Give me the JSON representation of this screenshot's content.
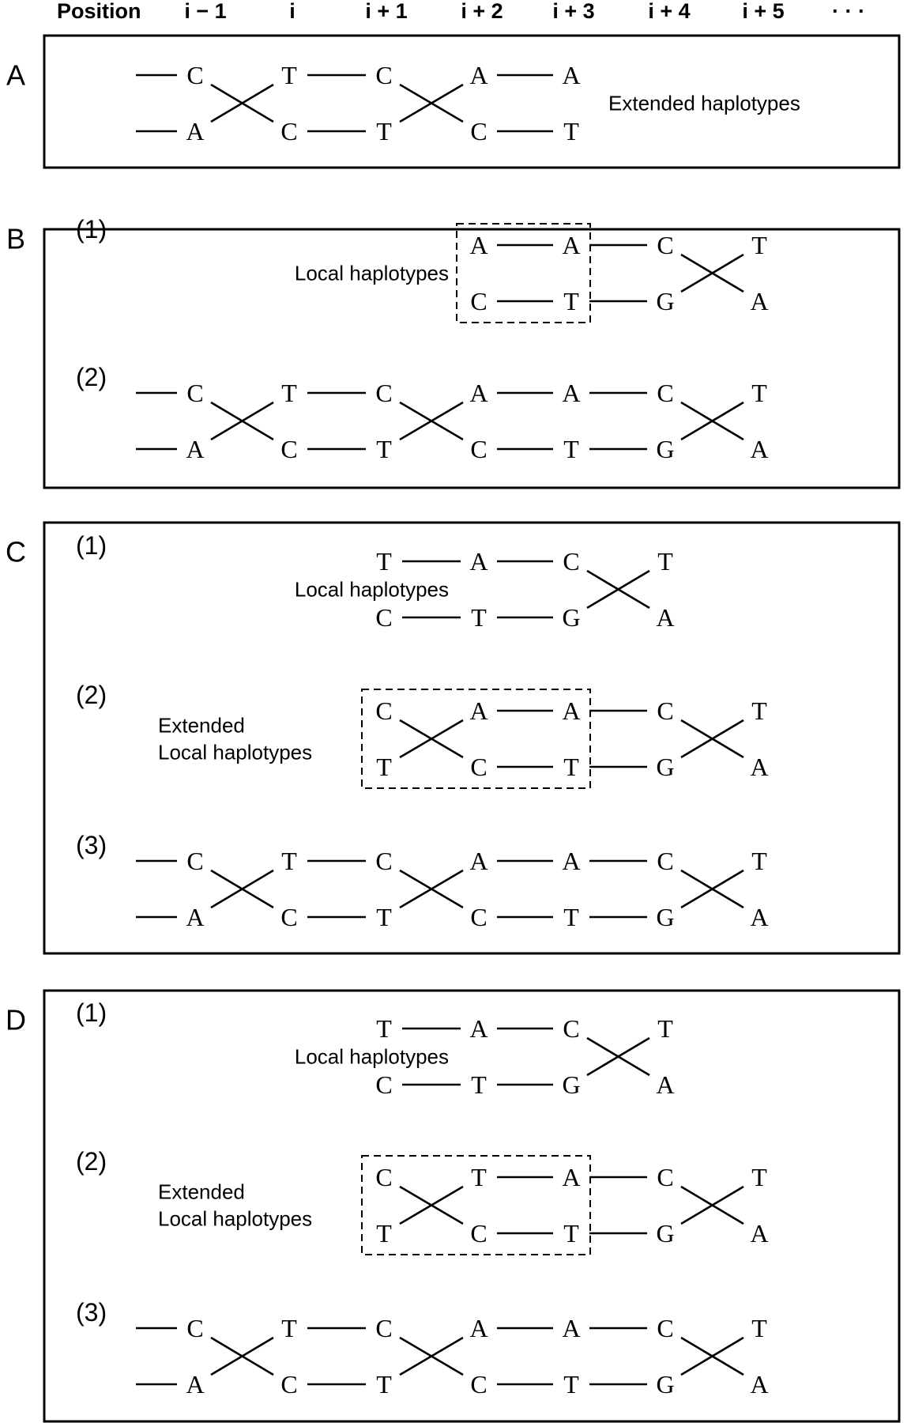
{
  "header": {
    "position_label": "Position",
    "columns": [
      "i − 1",
      "i",
      "i + 1",
      "i + 2",
      "i + 3",
      "i + 4",
      "i + 5"
    ],
    "ellipsis": "· · ·"
  },
  "panels": [
    {
      "letter": "A",
      "rows": [
        {
          "label": "",
          "description": [
            "Extended haplotypes"
          ],
          "top": [
            "C",
            "T",
            "C",
            "A",
            "A",
            "",
            ""
          ],
          "bottom": [
            "A",
            "C",
            "T",
            "C",
            "T",
            "",
            ""
          ],
          "lead_in": true,
          "crosses": [
            0,
            2
          ],
          "box": null
        }
      ]
    },
    {
      "letter": "B",
      "rows": [
        {
          "label": "(1)",
          "description": [
            "Local haplotypes"
          ],
          "top": [
            "",
            "",
            "",
            "A",
            "A",
            "C",
            "T"
          ],
          "bottom": [
            "",
            "",
            "",
            "C",
            "T",
            "G",
            "A"
          ],
          "lead_in": false,
          "crosses": [
            5
          ],
          "box": [
            3,
            4
          ]
        },
        {
          "label": "(2)",
          "description": [],
          "top": [
            "C",
            "T",
            "C",
            "A",
            "A",
            "C",
            "T"
          ],
          "bottom": [
            "A",
            "C",
            "T",
            "C",
            "T",
            "G",
            "A"
          ],
          "lead_in": true,
          "crosses": [
            0,
            2,
            5
          ],
          "box": null
        }
      ]
    },
    {
      "letter": "C",
      "rows": [
        {
          "label": "(1)",
          "description": [
            "Local haplotypes"
          ],
          "top": [
            "",
            "",
            "T",
            "A",
            "C",
            "T",
            ""
          ],
          "bottom": [
            "",
            "",
            "C",
            "T",
            "G",
            "A",
            ""
          ],
          "lead_in": false,
          "crosses": [
            4
          ],
          "box": null
        },
        {
          "label": "(2)",
          "description": [
            "Extended",
            "Local haplotypes"
          ],
          "top": [
            "",
            "",
            "C",
            "A",
            "A",
            "C",
            "T"
          ],
          "bottom": [
            "",
            "",
            "T",
            "C",
            "T",
            "G",
            "A"
          ],
          "lead_in": false,
          "crosses": [
            2,
            5
          ],
          "box": [
            2,
            4
          ]
        },
        {
          "label": "(3)",
          "description": [],
          "top": [
            "C",
            "T",
            "C",
            "A",
            "A",
            "C",
            "T"
          ],
          "bottom": [
            "A",
            "C",
            "T",
            "C",
            "T",
            "G",
            "A"
          ],
          "lead_in": true,
          "crosses": [
            0,
            2,
            5
          ],
          "box": null
        }
      ]
    },
    {
      "letter": "D",
      "rows": [
        {
          "label": "(1)",
          "description": [
            "Local haplotypes"
          ],
          "top": [
            "",
            "",
            "T",
            "A",
            "C",
            "T",
            ""
          ],
          "bottom": [
            "",
            "",
            "C",
            "T",
            "G",
            "A",
            ""
          ],
          "lead_in": false,
          "crosses": [
            4
          ],
          "box": null
        },
        {
          "label": "(2)",
          "description": [
            "Extended",
            "Local haplotypes"
          ],
          "top": [
            "",
            "",
            "C",
            "T",
            "A",
            "C",
            "T"
          ],
          "bottom": [
            "",
            "",
            "T",
            "C",
            "T",
            "G",
            "A"
          ],
          "lead_in": false,
          "crosses": [
            2,
            5
          ],
          "box": [
            2,
            4
          ]
        },
        {
          "label": "(3)",
          "description": [],
          "top": [
            "C",
            "T",
            "C",
            "A",
            "A",
            "C",
            "T"
          ],
          "bottom": [
            "A",
            "C",
            "T",
            "C",
            "T",
            "G",
            "A"
          ],
          "lead_in": true,
          "crosses": [
            0,
            2,
            5
          ],
          "box": null
        }
      ]
    }
  ]
}
